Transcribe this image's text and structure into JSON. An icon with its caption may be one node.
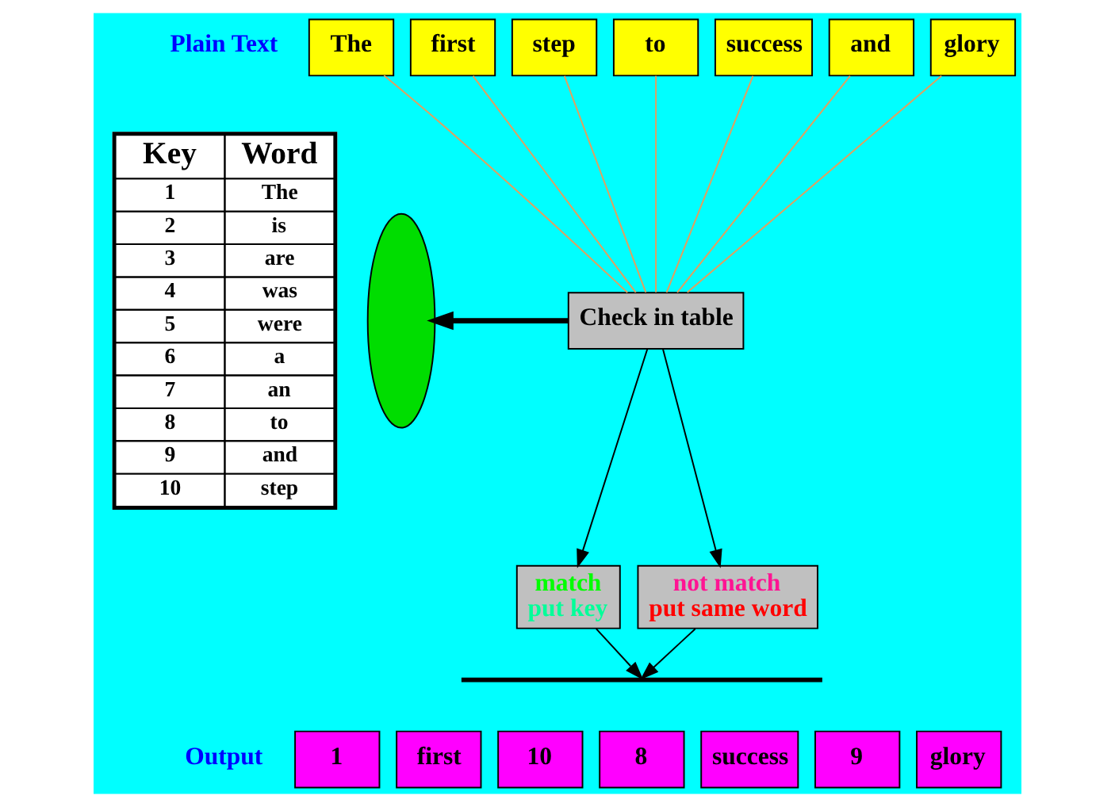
{
  "diagram": {
    "nodes": [
      {
        "text": [
          "The"
        ]
      },
      {
        "text": [
          "first"
        ]
      },
      {
        "text": [
          "step"
        ]
      },
      {
        "text": [
          "to"
        ]
      },
      {
        "text": [
          "success"
        ]
      },
      {
        "text": [
          "and"
        ]
      },
      {
        "text": [
          "glory"
        ]
      },
      {
        "text": [
          "Check in table"
        ]
      },
      {
        "text": [
          "match",
          "put key"
        ]
      },
      {
        "text": [
          "not match",
          "put same word"
        ]
      },
      {
        "text": [],
        "shape": "ellipse"
      },
      {
        "text": [],
        "shape": "bar"
      },
      {
        "text": [
          "1"
        ]
      },
      {
        "text": [
          "first"
        ]
      },
      {
        "text": [
          "10"
        ]
      },
      {
        "text": [
          "8"
        ]
      },
      {
        "text": [
          "success"
        ]
      },
      {
        "text": [
          "9"
        ]
      },
      {
        "text": [
          "glory"
        ]
      }
    ],
    "edges": [
      {
        "from": 0,
        "to": 7,
        "arrow": "none"
      },
      {
        "from": 1,
        "to": 7,
        "arrow": "none"
      },
      {
        "from": 2,
        "to": 7,
        "arrow": "none"
      },
      {
        "from": 3,
        "to": 7,
        "arrow": "none"
      },
      {
        "from": 4,
        "to": 7,
        "arrow": "none"
      },
      {
        "from": 5,
        "to": 7,
        "arrow": "none"
      },
      {
        "from": 6,
        "to": 7,
        "arrow": "none"
      },
      {
        "from": 7,
        "to": 10,
        "arrow": "to",
        "style": "thick",
        "color": "#000000"
      },
      {
        "from": 7,
        "to": 8,
        "arrow": "to",
        "color": "#000000"
      },
      {
        "from": 7,
        "to": 9,
        "arrow": "to",
        "color": "#000000"
      },
      {
        "from": 8,
        "to": 11,
        "arrow": "to",
        "color": "#000000"
      },
      {
        "from": 9,
        "to": 11,
        "arrow": "to",
        "color": "#000000"
      }
    ],
    "labels": [
      "Plain Text",
      "Key",
      "Word",
      "1",
      "The",
      "2",
      "is",
      "3",
      "are",
      "4",
      "was",
      "5",
      "were",
      "6",
      "a",
      "7",
      "an",
      "8",
      "to",
      "9",
      "and",
      "10",
      "step",
      "Output"
    ]
  }
}
